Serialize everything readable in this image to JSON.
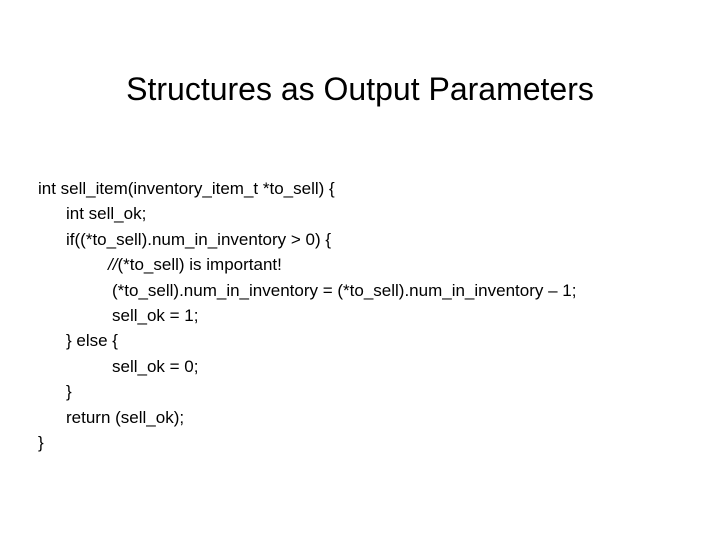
{
  "slide": {
    "title": "Structures as Output Parameters",
    "background_color": "#ffffff",
    "text_color": "#000000",
    "code": {
      "lines": [
        {
          "indent": 0,
          "text": "int sell_item(inventory_item_t *to_sell) {"
        },
        {
          "indent": 1,
          "text": "int sell_ok;"
        },
        {
          "indent": 1,
          "text": "if((*to_sell).num_in_inventory > 0) {"
        },
        {
          "indent": "comment",
          "slashes": "//",
          "text": "(*to_sell) is important!"
        },
        {
          "indent": 2,
          "text": "(*to_sell).num_in_inventory = (*to_sell).num_in_inventory – 1;"
        },
        {
          "indent": 2,
          "text": "sell_ok = 1;"
        },
        {
          "indent": 1,
          "text": "} else {"
        },
        {
          "indent": 2,
          "text": "sell_ok = 0;"
        },
        {
          "indent": 1,
          "text": "}"
        },
        {
          "indent": 1,
          "text": "return (sell_ok);"
        },
        {
          "indent": 0,
          "text": "}"
        }
      ]
    }
  }
}
